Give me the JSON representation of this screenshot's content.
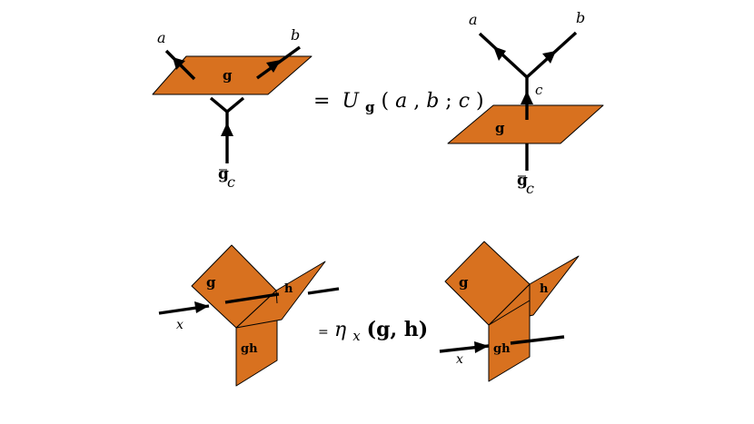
{
  "top_left": {
    "label_a": "a",
    "label_b": "b",
    "plane_label": "g",
    "bottom_g": "g",
    "bottom_bar": "¯",
    "bottom_c": "c"
  },
  "top_equation": {
    "equals": "=",
    "U": "U",
    "sub_g": "g",
    "args_open": "(",
    "arg_a": "a",
    "comma1": ", ",
    "arg_b": "b",
    "semicolon": "; ",
    "arg_c": "c",
    "args_close": ")"
  },
  "top_right": {
    "label_a": "a",
    "label_b": "b",
    "label_c": "c",
    "plane_label": "g",
    "bottom_g": "g",
    "bottom_c": "c"
  },
  "bottom_left": {
    "plane_g": "g",
    "plane_h": "h",
    "plane_gh": "gh",
    "wire_label": "x"
  },
  "bottom_equation": {
    "equals": "=",
    "eta": "η",
    "sub_x": "x",
    "args": "(g, h)"
  },
  "bottom_right": {
    "plane_g": "g",
    "plane_h": "h",
    "plane_gh": "gh",
    "wire_label": "x"
  },
  "colors": {
    "plane_fill": "#D8711F",
    "line": "#000000",
    "background": "#FFFFFF"
  }
}
